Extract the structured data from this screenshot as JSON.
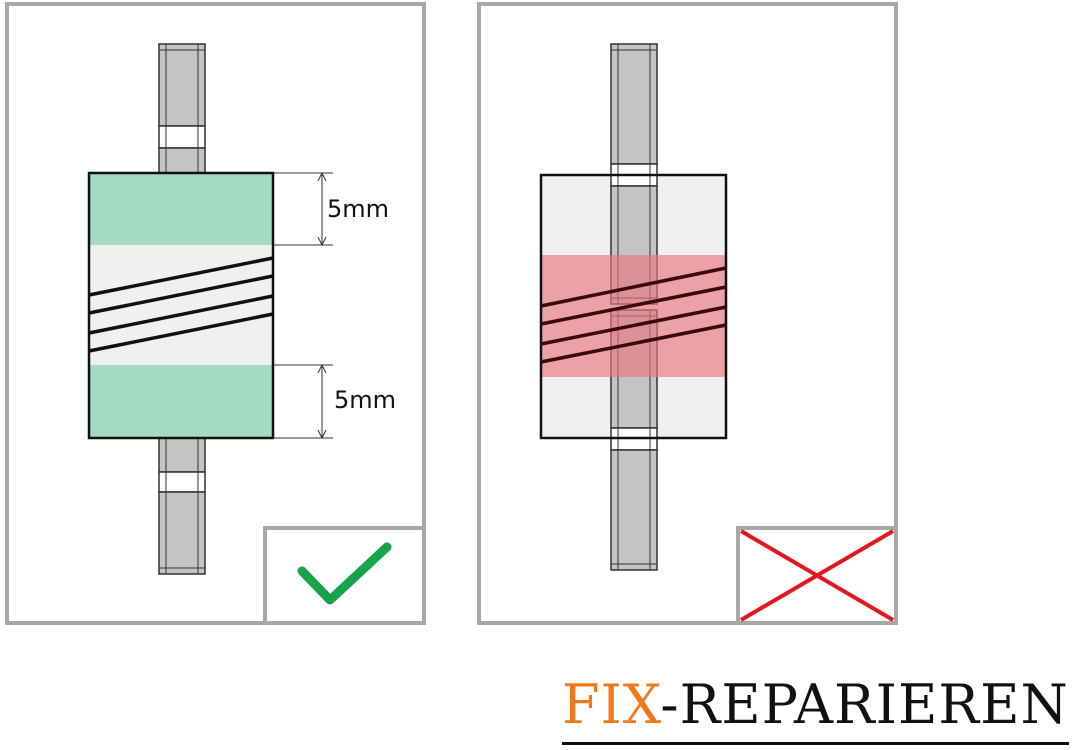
{
  "panels": [
    {
      "id": "correct",
      "verdict_icon": "checkmark-icon",
      "dimension_labels": [
        "5mm",
        "5mm"
      ],
      "highlight_color": "#9bd9bd",
      "verdict_color": "#17a34a"
    },
    {
      "id": "incorrect",
      "verdict_icon": "cross-icon",
      "highlight_color": "#eca0a3",
      "verdict_color": "#e5161d"
    }
  ],
  "logo": {
    "part1": "FIX",
    "part2": "-REPARIEREN",
    "color_part1": "#f07a1a",
    "color_part2": "#111111"
  }
}
